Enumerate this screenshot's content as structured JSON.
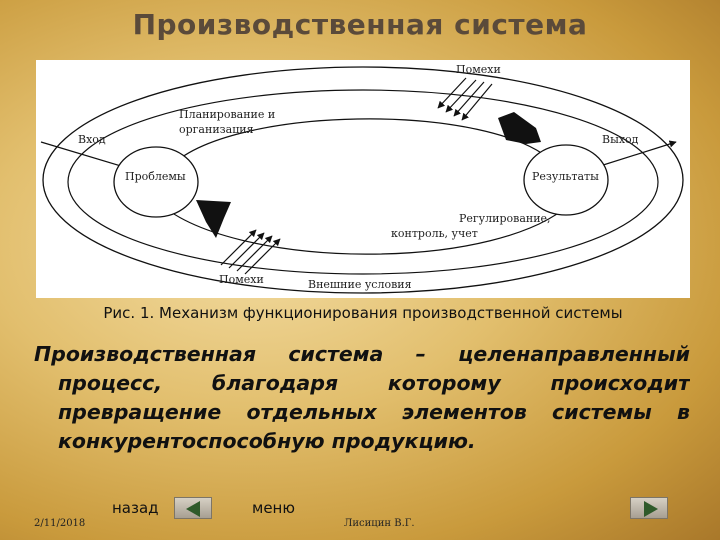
{
  "slide": {
    "title": "Производственная система",
    "caption": "Рис. 1. Механизм функционирования производственной системы",
    "definition_lines": [
      "Производственная система – целенаправленный",
      "процесс, благодаря которому происходит",
      "превращение отдельных элементов системы в",
      "конкурентоспособную продукцию."
    ]
  },
  "diagram": {
    "labels": {
      "pomehi_top": "Помехи",
      "planning_1": "Планирование и",
      "planning_2": "организация",
      "vhod": "Вход",
      "vyhod": "Выход",
      "problemy": "Проблемы",
      "rezultaty": "Результаты",
      "regulation_1": "Регулирование,",
      "regulation_2": "контроль, учет",
      "pomehi_bottom": "Помехи",
      "external": "Внешние условия"
    }
  },
  "nav": {
    "back_label": "назад",
    "menu_label": "меню"
  },
  "footer": {
    "date": "2/11/2018",
    "author": "Лисицин В.Г."
  },
  "colors": {
    "background": "#d7b35e",
    "title": "#5a4a3a",
    "arrow_button": "#2f5a2a"
  },
  "icons": [
    "left-arrow-icon",
    "right-arrow-icon",
    "interference-arrow-icon"
  ]
}
